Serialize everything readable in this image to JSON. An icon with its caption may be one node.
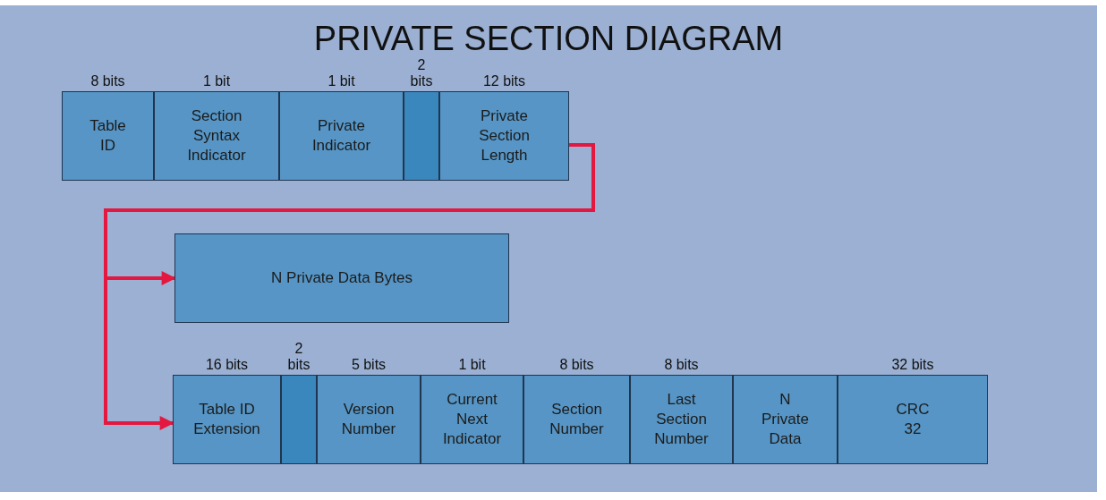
{
  "diagram": {
    "title": "PRIVATE SECTION DIAGRAM",
    "nodes": [
      {
        "text": [
          "Table ID"
        ],
        "beside": [
          "8 bits"
        ]
      },
      {
        "text": [
          "Section Syntax Indicator"
        ],
        "beside": [
          "1 bit"
        ]
      },
      {
        "text": [
          "Private Indicator"
        ],
        "beside": [
          "1 bit"
        ]
      },
      {
        "text": [],
        "shape": "box",
        "beside": [
          "2 bits"
        ]
      },
      {
        "text": [
          "Private Section Length"
        ],
        "beside": [
          "12 bits"
        ]
      },
      {
        "text": [
          "N Private Data Bytes"
        ]
      },
      {
        "text": [
          "Table ID Extension"
        ],
        "beside": [
          "16 bits"
        ]
      },
      {
        "text": [],
        "shape": "box",
        "beside": [
          "2 bits"
        ]
      },
      {
        "text": [
          "Version Number"
        ],
        "beside": [
          "5 bits"
        ]
      },
      {
        "text": [
          "Current Next Indicator"
        ],
        "beside": [
          "1 bit"
        ]
      },
      {
        "text": [
          "Section Number"
        ],
        "beside": [
          "8 bits"
        ]
      },
      {
        "text": [
          "Last Section Number"
        ],
        "beside": [
          "8 bits"
        ]
      },
      {
        "text": [
          "N Private Data"
        ]
      },
      {
        "text": [
          "CRC 32"
        ],
        "beside": [
          "32 bits"
        ]
      }
    ],
    "edges": [
      {
        "from": 4,
        "to": 5,
        "arrow": "to"
      },
      {
        "from": 4,
        "to": 6,
        "arrow": "to"
      }
    ]
  }
}
